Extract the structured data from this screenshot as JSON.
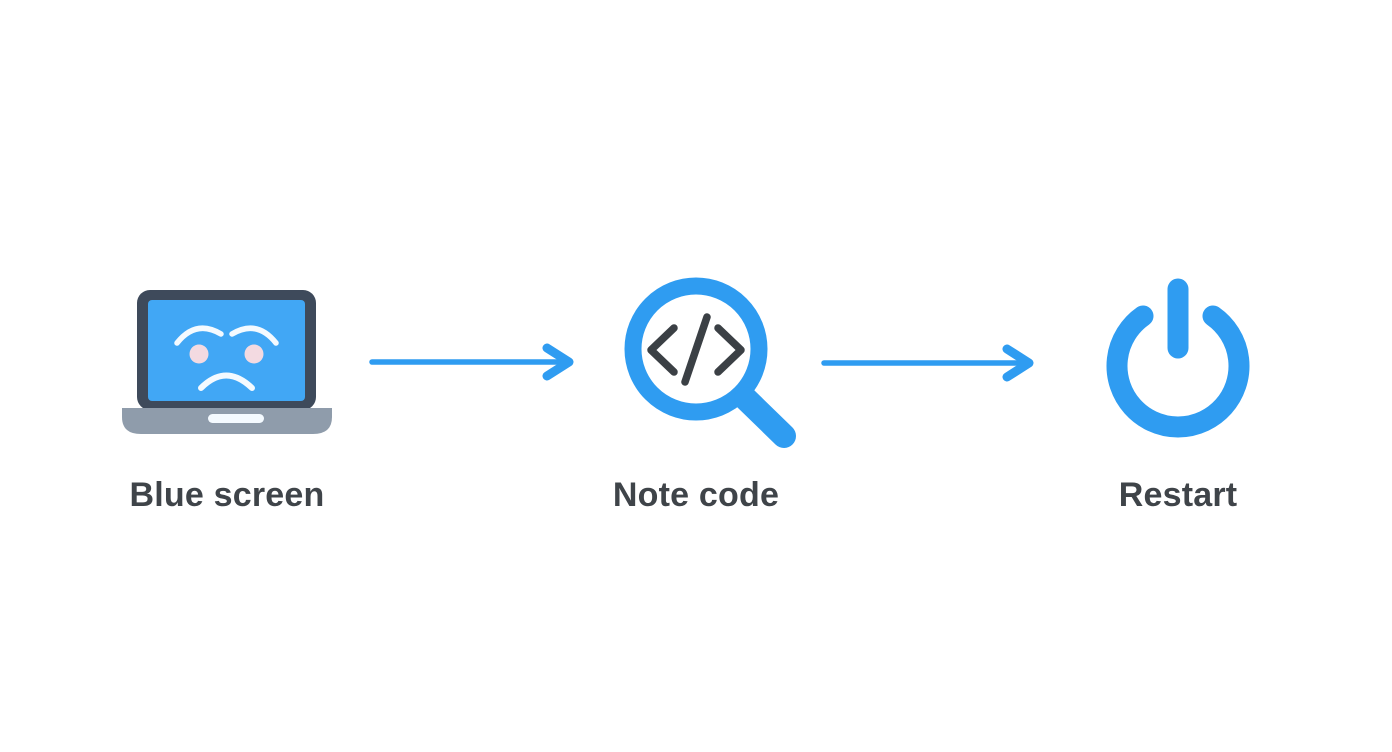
{
  "diagram": {
    "background": "#ffffff",
    "steps": [
      {
        "label": "Blue screen",
        "icon": "sad-laptop-icon"
      },
      {
        "label": "Note code",
        "icon": "code-magnifier-icon"
      },
      {
        "label": "Restart",
        "icon": "power-icon"
      }
    ],
    "connectors": [
      {
        "type": "arrow-right",
        "from": "sad-laptop-icon",
        "to": "code-magnifier-icon"
      },
      {
        "type": "arrow-right",
        "from": "code-magnifier-icon",
        "to": "power-icon"
      }
    ],
    "colors": {
      "background": "#ffffff",
      "accent_blue": "#2F9CF1",
      "screen_blue": "#41A7F5",
      "laptop_frame": "#3E4A5B",
      "laptop_base": "#8F9CAB",
      "face_white": "#F4FAFF",
      "eye_pink": "#F3DAE1",
      "glyph_dark": "#3B4045",
      "label_text": "#3F4449"
    }
  }
}
